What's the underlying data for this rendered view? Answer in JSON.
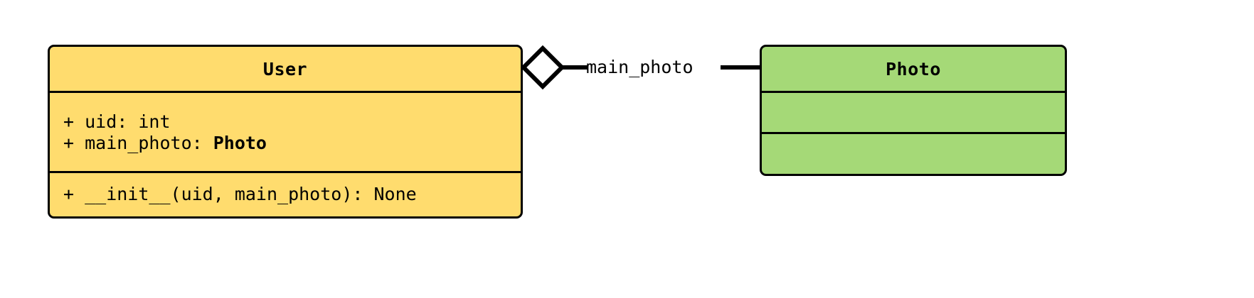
{
  "diagram": {
    "type": "uml-class-diagram",
    "notation": "UML",
    "background_color": "#ffffff",
    "stroke_color": "#000000"
  },
  "classes": [
    {
      "name": "User",
      "fill_color": "#ffdc6e",
      "attributes": [
        {
          "visibility": "+",
          "text": "+ uid: int",
          "name": "uid",
          "type": "int",
          "type_bold": false
        },
        {
          "visibility": "+",
          "text_prefix": "+ main_photo: ",
          "name": "main_photo",
          "type": "Photo",
          "type_bold": true
        }
      ],
      "methods": [
        {
          "visibility": "+",
          "text": "+ __init__(uid, main_photo): None",
          "name": "__init__",
          "params": "uid, main_photo",
          "returns": "None"
        }
      ]
    },
    {
      "name": "Photo",
      "fill_color": "#a5d977",
      "attributes": [],
      "methods": []
    }
  ],
  "relationship": {
    "kind": "aggregation",
    "source": "User",
    "target": "Photo",
    "label": "main_photo",
    "diamond_filled": false,
    "diamond_fill_color": "#ffffff"
  }
}
